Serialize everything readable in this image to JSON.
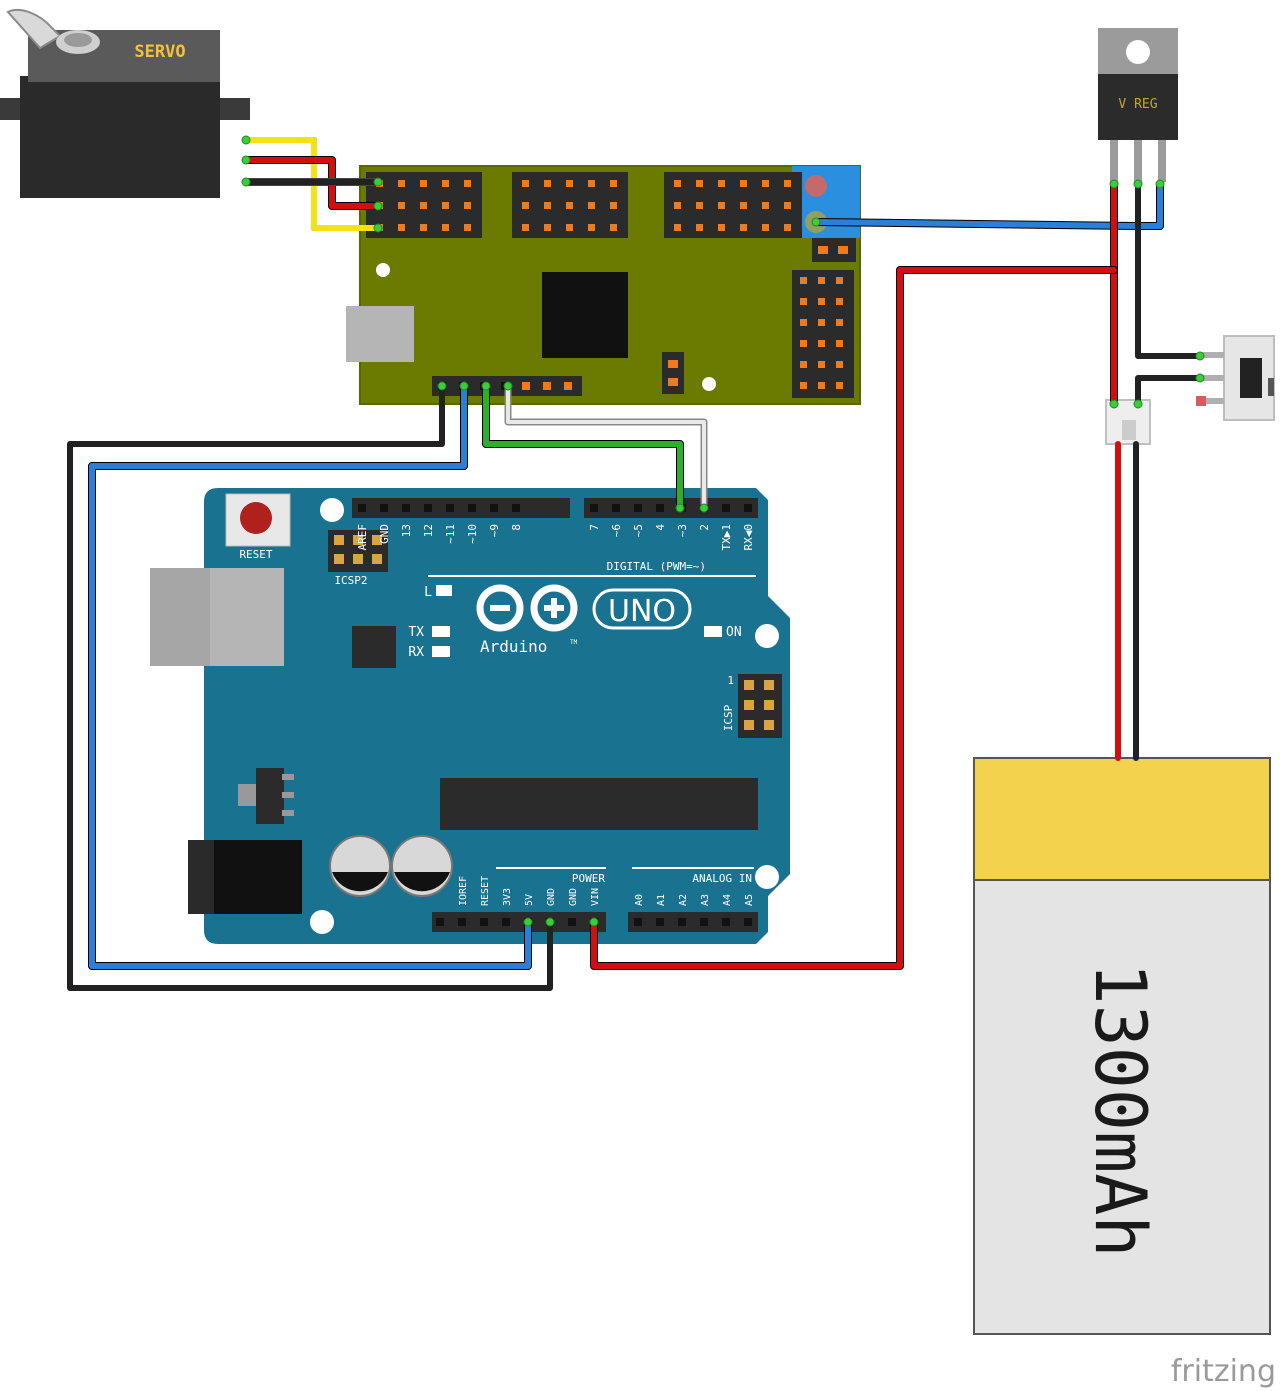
{
  "servo": {
    "label": "SERVO"
  },
  "regulator": {
    "label": "V REG"
  },
  "battery": {
    "capacity": "1300mAh"
  },
  "arduino": {
    "reset": "RESET",
    "icsp2": "ICSP2",
    "icsp": "ICSP",
    "icsp_pin1": "1",
    "digital_header": "DIGITAL (PWM=~)",
    "power_header": "POWER",
    "analog_header": "ANALOG IN",
    "brand": "Arduino",
    "tm": "TM",
    "model": "UNO",
    "led_l": "L",
    "led_tx": "TX",
    "led_rx": "RX",
    "led_on": "ON",
    "digital_pins": [
      "AREF",
      "GND",
      "13",
      "12",
      "~11",
      "~10",
      "~9",
      "8",
      "7",
      "~6",
      "~5",
      "4",
      "~3",
      "2",
      "TX▶1",
      "RX◀0"
    ],
    "power_pins": [
      "IOREF",
      "RESET",
      "3V3",
      "5V",
      "GND",
      "GND",
      "VIN"
    ],
    "analog_pins": [
      "A0",
      "A1",
      "A2",
      "A3",
      "A4",
      "A5"
    ]
  },
  "watermark": "fritzing",
  "colors": {
    "arduino": "#1a7291",
    "servo_board": "#6b7a00",
    "battery_top": "#f3d24e",
    "battery_body": "#e4e4e4",
    "wire_red": "#d10f0f",
    "wire_black": "#222222",
    "wire_blue": "#2b7fd8",
    "wire_yellow": "#f4e217",
    "wire_green": "#2cb02c",
    "wire_white": "#e0e0e0",
    "terminal": "#2b8fe0"
  }
}
